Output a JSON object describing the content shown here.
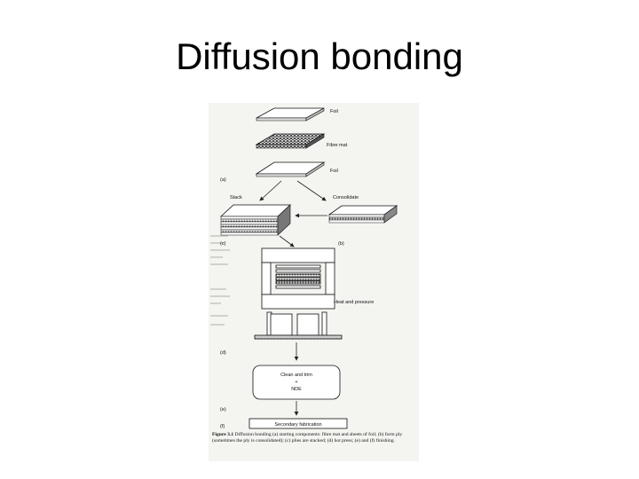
{
  "slide": {
    "title": "Diffusion bonding"
  },
  "figure": {
    "labels": {
      "foil_top": "Foil",
      "fibre_mat": "Fibre mat",
      "foil_bottom": "Foil",
      "stack": "Stack",
      "consolidate": "Consolidate",
      "heat_pressure": "Heat and pressure",
      "clean_trim": "Clean and trim",
      "plus": "+",
      "nde": "NDE",
      "secondary": "Secondary fabrication"
    },
    "panels": {
      "a": "(a)",
      "b": "(b)",
      "c": "(c)",
      "d": "(d)",
      "e": "(e)",
      "f": "(f)"
    },
    "caption": {
      "number": "Figure 3.1",
      "text": "Diffusion bonding (a) starting components: fibre mat and sheets of foil; (b) form ply (sometimes the ply is consolidated); (c) plies are stacked; (d) hot press; (e) and (f) finishing."
    }
  }
}
